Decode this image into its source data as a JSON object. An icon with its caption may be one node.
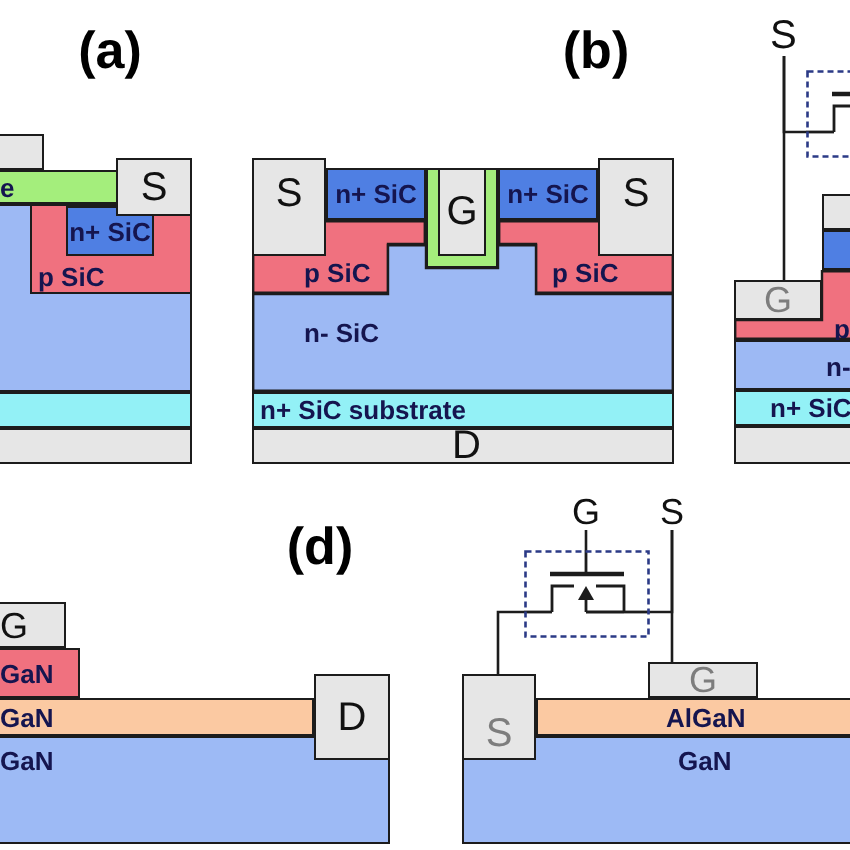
{
  "diagram": {
    "nodes": [
      {
        "text": [],
        "shape": "box"
      },
      {
        "text": [
          "e"
        ]
      },
      {
        "text": [
          "S"
        ]
      },
      {
        "text": [],
        "shape": "box"
      },
      {
        "text": [
          "p SiC"
        ],
        "in": 3
      },
      {
        "text": [
          "n+ SiC"
        ],
        "in": 4
      },
      {
        "text": [],
        "shape": "box"
      },
      {
        "text": [],
        "shape": "box"
      },
      {
        "text": [
          "S"
        ]
      },
      {
        "text": [
          "n+ SiC"
        ]
      },
      {
        "text": [],
        "shape": "box"
      },
      {
        "text": [
          "G"
        ],
        "in": 10
      },
      {
        "text": [
          "n+ SiC"
        ]
      },
      {
        "text": [
          "S"
        ]
      },
      {
        "text": [
          "p SiC"
        ]
      },
      {
        "text": [
          "p SiC"
        ]
      },
      {
        "text": [
          "n- SiC"
        ]
      },
      {
        "text": [
          "n+ SiC substrate"
        ]
      },
      {
        "text": [
          "D"
        ]
      },
      {
        "text": [
          "S"
        ]
      },
      {
        "text": [],
        "shape": "box"
      },
      {
        "text": [],
        "shape": "box"
      },
      {
        "text": [],
        "shape": "box"
      },
      {
        "text": [
          "G"
        ]
      },
      {
        "text": [
          "p"
        ]
      },
      {
        "text": [
          "n-"
        ]
      },
      {
        "text": [
          "n+ SiC"
        ]
      },
      {
        "text": [],
        "shape": "box"
      },
      {
        "text": [
          "G"
        ]
      },
      {
        "text": [
          "GaN"
        ]
      },
      {
        "text": [
          "GaN"
        ]
      },
      {
        "text": [
          "D"
        ]
      },
      {
        "text": [
          "GaN"
        ]
      },
      {
        "text": [
          "G"
        ]
      },
      {
        "text": [
          "S"
        ]
      },
      {
        "text": [],
        "shape": "box"
      },
      {
        "text": [
          "G"
        ]
      },
      {
        "text": [
          "S"
        ]
      },
      {
        "text": [
          "AlGaN"
        ]
      },
      {
        "text": [
          "GaN"
        ]
      }
    ],
    "edges": [
      {
        "from": 19,
        "to": 23,
        "arrow": "none"
      },
      {
        "from": 20,
        "to": 19,
        "arrow": "none"
      },
      {
        "from": 33,
        "to": 35,
        "arrow": "none"
      },
      {
        "from": 35,
        "to": 37,
        "arrow": "none"
      },
      {
        "from": 34,
        "to": 36,
        "arrow": "none"
      },
      {
        "from": 35,
        "to": 34,
        "arrow": "none"
      }
    ],
    "labels": [
      "(a)",
      "(b)",
      "(d)"
    ]
  }
}
